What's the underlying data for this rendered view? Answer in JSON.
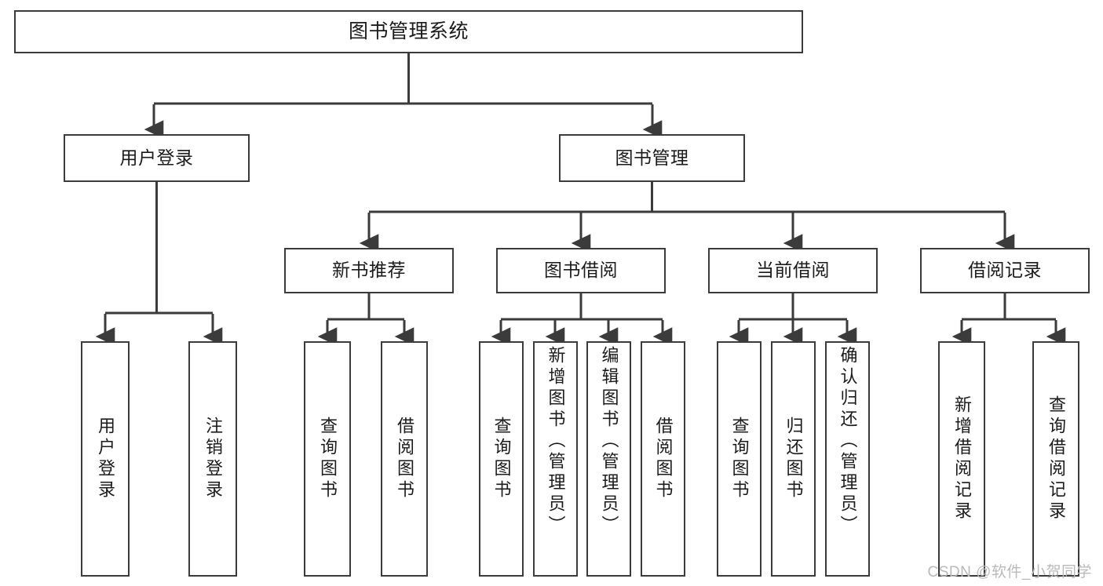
{
  "diagram": {
    "title": "图书管理系统",
    "type": "tree",
    "stroke_color": "#3b3b3b",
    "background_color": "#ffffff",
    "text_color": "#1b1b1b",
    "root": {
      "id": "root",
      "label": "图书管理系统"
    },
    "level1": [
      {
        "id": "user-login",
        "label": "用户登录"
      },
      {
        "id": "book-manage",
        "label": "图书管理"
      }
    ],
    "level2": [
      {
        "id": "new-book-recommend",
        "label": "新书推荐"
      },
      {
        "id": "book-borrow",
        "label": "图书借阅"
      },
      {
        "id": "current-borrow",
        "label": "当前借阅"
      },
      {
        "id": "borrow-record",
        "label": "借阅记录"
      }
    ],
    "leaves": {
      "user_login": [
        {
          "id": "leaf-user-login",
          "label": "用户登录"
        },
        {
          "id": "leaf-logout",
          "label": "注销登录"
        }
      ],
      "new_book_recommend": [
        {
          "id": "leaf-query-book-1",
          "label": "查询图书"
        },
        {
          "id": "leaf-borrow-book-1",
          "label": "借阅图书"
        }
      ],
      "book_borrow": [
        {
          "id": "leaf-query-book-2",
          "label": "查询图书"
        },
        {
          "id": "leaf-add-book",
          "label": "新增图书（管理员）"
        },
        {
          "id": "leaf-edit-book",
          "label": "编辑图书（管理员）"
        },
        {
          "id": "leaf-borrow-book-2",
          "label": "借阅图书"
        }
      ],
      "current_borrow": [
        {
          "id": "leaf-query-book-3",
          "label": "查询图书"
        },
        {
          "id": "leaf-return-book",
          "label": "归还图书"
        },
        {
          "id": "leaf-confirm-return",
          "label": "确认归还（管理员）"
        }
      ],
      "borrow_record": [
        {
          "id": "leaf-add-record",
          "label": "新增借阅记录"
        },
        {
          "id": "leaf-query-record",
          "label": "查询借阅记录"
        }
      ]
    }
  },
  "watermark": {
    "text": "CSDN @软件_小贺同学"
  }
}
